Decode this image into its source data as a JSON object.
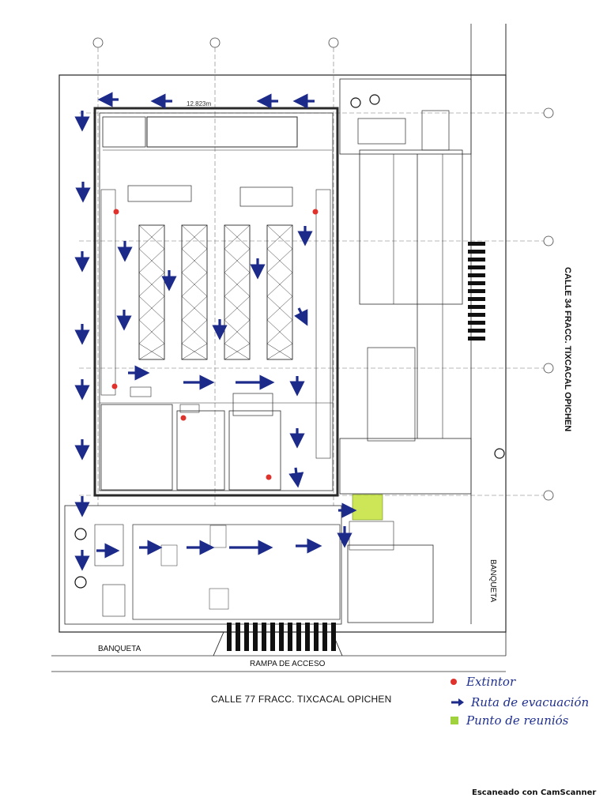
{
  "streets": {
    "bottom": "CALLE 77 FRACC. TIXCACAL OPICHEN",
    "right": "CALLE 34 FRACC. TIXCACAL OPICHEN"
  },
  "labels": {
    "banqueta_bottom": "BANQUETA",
    "banqueta_right": "BANQUETA",
    "rampa": "RAMPA DE ACCESO",
    "dimension": "12.823m"
  },
  "legend": {
    "extintor": "Extintor",
    "ruta": "Ruta de evacuación",
    "punto": "Punto de reuniós"
  },
  "colors": {
    "arrow": "#1c2a8a",
    "extintor": "#e0322c",
    "punto_reunion": "#9fd23c",
    "lines": "#2a2a2a"
  },
  "footer": "Escaneado con CamScanner"
}
